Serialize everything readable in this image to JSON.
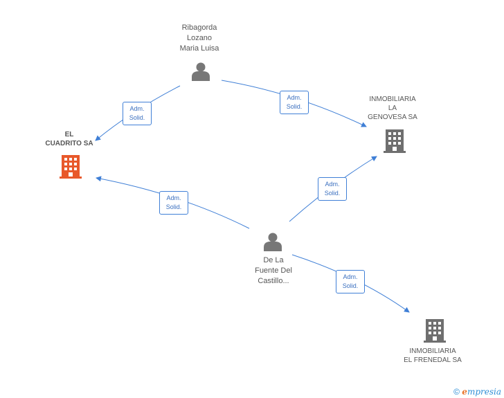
{
  "colors": {
    "edge": "#3f7fd6",
    "person": "#777777",
    "company": "#6f6f6f",
    "focus": "#e8582a"
  },
  "nodes": {
    "ribagorda": {
      "lines": [
        "Ribagorda",
        "Lozano",
        "Maria Luisa"
      ],
      "type": "person"
    },
    "delafuente": {
      "lines": [
        "De La",
        "Fuente Del",
        "Castillo..."
      ],
      "type": "person"
    },
    "cuadrito": {
      "lines": [
        "EL",
        "CUADRITO SA"
      ],
      "type": "company-focus"
    },
    "genovesa": {
      "lines": [
        "INMOBILIARIA",
        "LA",
        "GENOVESA SA"
      ],
      "type": "company"
    },
    "frenedal": {
      "lines": [
        "INMOBILIARIA",
        "EL FRENEDAL SA"
      ],
      "type": "company"
    }
  },
  "edges": [
    {
      "from": "ribagorda",
      "to": "cuadrito",
      "label": [
        "Adm.",
        "Solid."
      ]
    },
    {
      "from": "ribagorda",
      "to": "genovesa",
      "label": [
        "Adm.",
        "Solid."
      ]
    },
    {
      "from": "delafuente",
      "to": "cuadrito",
      "label": [
        "Adm.",
        "Solid."
      ]
    },
    {
      "from": "delafuente",
      "to": "genovesa",
      "label": [
        "Adm.",
        "Solid."
      ]
    },
    {
      "from": "delafuente",
      "to": "frenedal",
      "label": [
        "Adm.",
        "Solid."
      ]
    }
  ],
  "footer": {
    "copyright": "©",
    "brand_first": "e",
    "brand_rest": "mpresia"
  }
}
